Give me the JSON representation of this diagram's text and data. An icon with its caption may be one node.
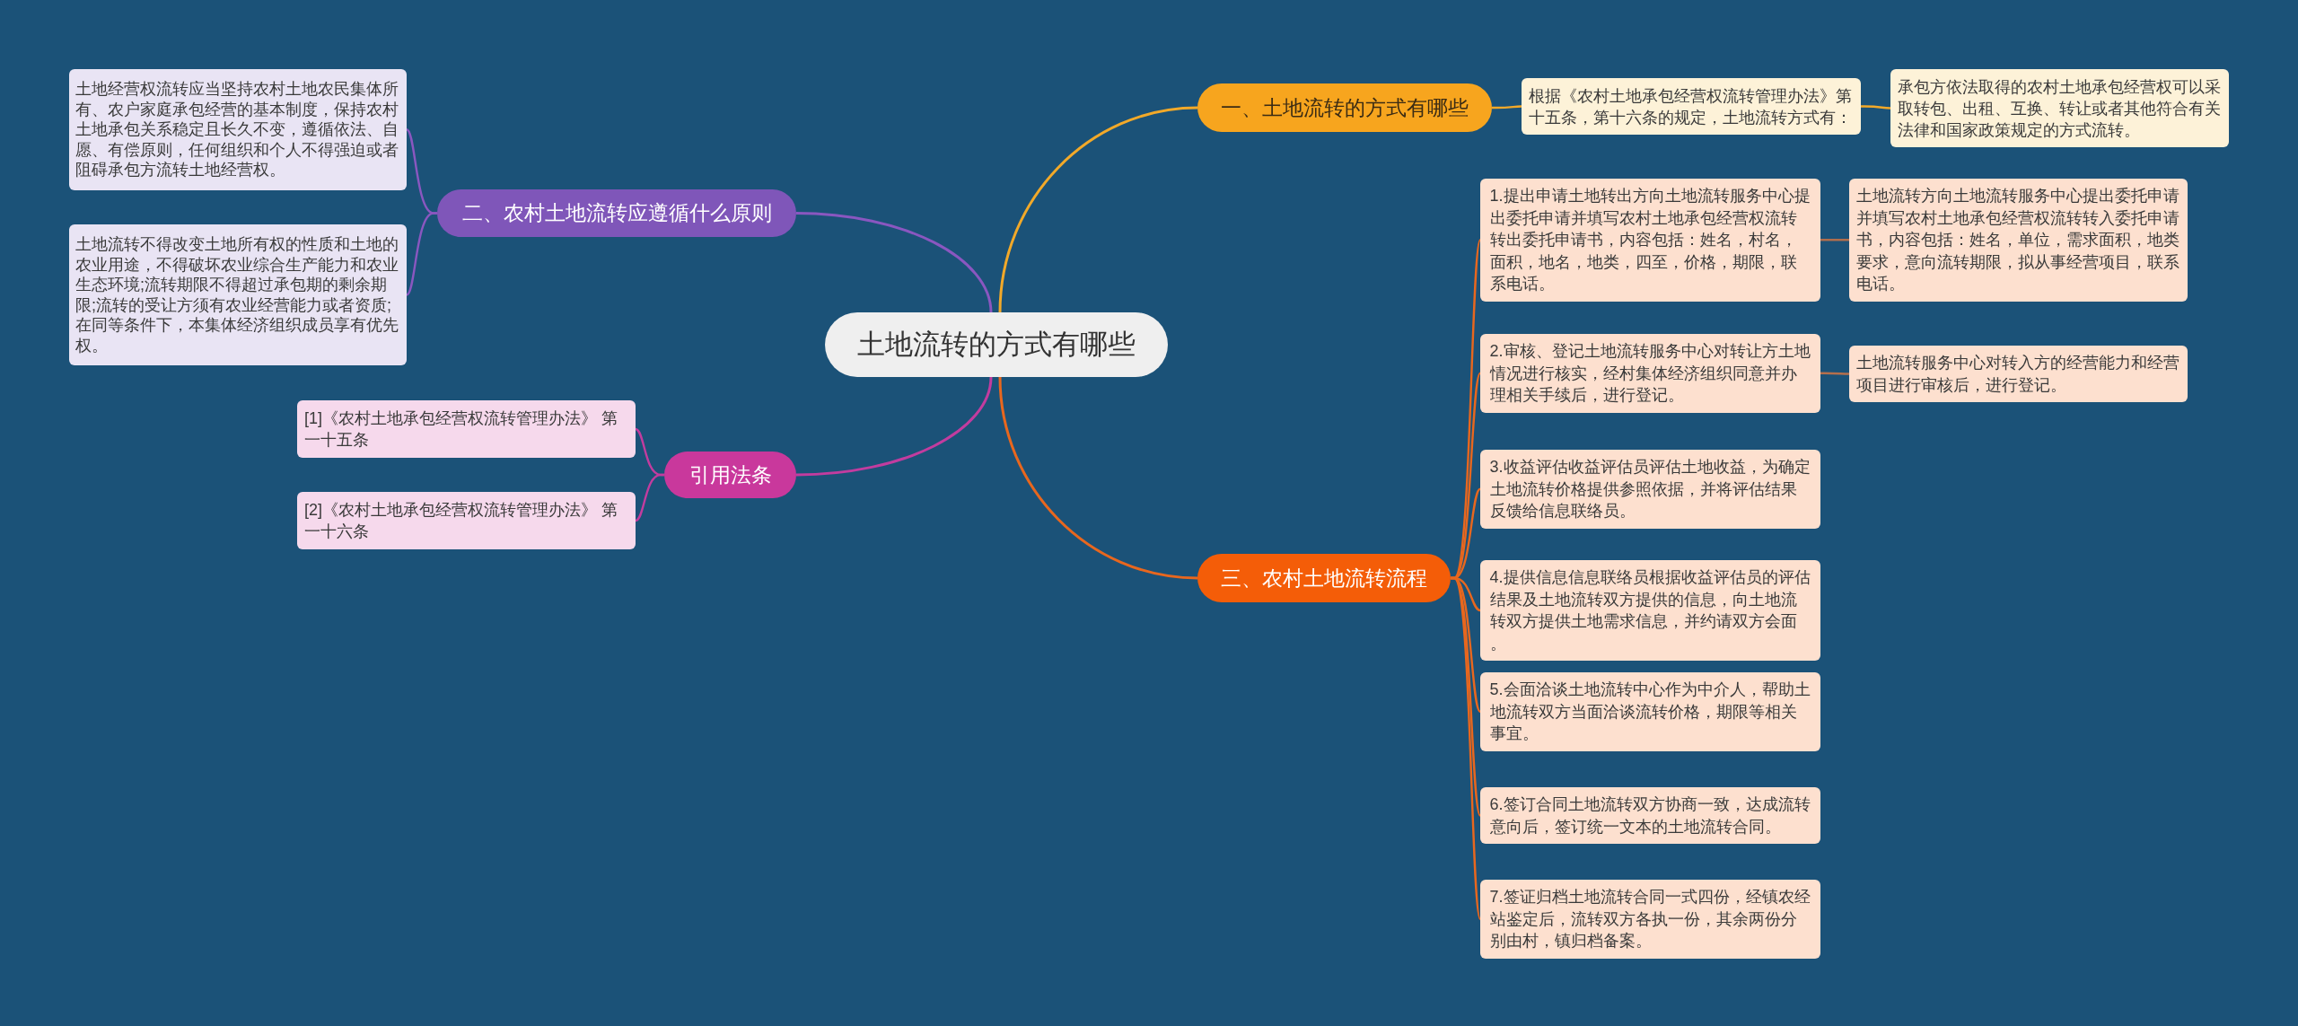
{
  "diagram": {
    "nodes": [
      {
        "text": [
          "土地流转的方式有哪些"
        ]
      },
      {
        "text": [
          "一、土地流转的方式有哪些"
        ]
      },
      {
        "text": [
          "根据《农村土地承包经营权流转管理办法》第十五条，第十六条的规定，土地流转方式有："
        ]
      },
      {
        "text": [
          "承包方依法取得的农村土地承包经营权可以采取转包、出租、互换、转让或者其他符合有关法律和国家政策规定的方式流转。"
        ]
      },
      {
        "text": [
          "二、农村土地流转应遵循什么原则"
        ]
      },
      {
        "text": [
          "土地经营权流转应当坚持农村土地农民集体所有、农户家庭承包经营的基本制度，保持农村土地承包关系稳定且长久不变，遵循依法、自愿、有偿原则，任何组织和个人不得强迫或者阻碍承包方流转土地经营权。"
        ]
      },
      {
        "text": [
          "土地流转不得改变土地所有权的性质和土地的农业用途，不得破坏农业综合生产能力和农业生态环境;流转期限不得超过承包期的剩余期限;流转的受让方须有农业经营能力或者资质;在同等条件下，本集体经济组织成员享有优先权。"
        ]
      },
      {
        "text": [
          "引用法条"
        ]
      },
      {
        "text": [
          "[1]《农村土地承包经营权流转管理办法》 第一十五条"
        ]
      },
      {
        "text": [
          "[2]《农村土地承包经营权流转管理办法》 第一十六条"
        ]
      },
      {
        "text": [
          "三、农村土地流转流程"
        ]
      },
      {
        "text": [
          "1.提出申请土地转出方向土地流转服务中心提出委托申请并填写农村土地承包经营权流转转出委托申请书，内容包括：姓名，村名，面积，地名，地类，四至，价格，期限，联系电话。"
        ]
      },
      {
        "text": [
          "2.审核、登记土地流转服务中心对转让方土地情况进行核实，经村集体经济组织同意并办理相关手续后，进行登记。"
        ]
      },
      {
        "text": [
          "3.收益评估收益评估员评估土地收益，为确定土地流转价格提供参照依据，并将评估结果反馈给信息联络员。"
        ]
      },
      {
        "text": [
          "4.提供信息信息联络员根据收益评估员的评估结果及土地流转双方提供的信息，向土地流转双方提供土地需求信息，并约请双方会面。"
        ]
      },
      {
        "text": [
          "5.会面洽谈土地流转中心作为中介人，帮助土地流转双方当面洽谈流转价格，期限等相关事宜。"
        ]
      },
      {
        "text": [
          "6.签订合同土地流转双方协商一致，达成流转意向后，签订统一文本的土地流转合同。"
        ]
      },
      {
        "text": [
          "7.签证归档土地流转合同一式四份，经镇农经站鉴定后，流转双方各执一份，其余两份分别由村，镇归档备案。"
        ]
      },
      {
        "text": [
          "土地流转方向土地流转服务中心提出委托申请并填写农村土地承包经营权流转转入委托申请书，内容包括：姓名，单位，需求面积，地类要求，意向流转期限，拟从事经营项目，联系电话。"
        ]
      },
      {
        "text": [
          "土地流转服务中心对转入方的经营能力和经营项目进行审核后，进行登记。"
        ]
      }
    ],
    "edges": [
      {
        "from": 0,
        "to": 1,
        "arrow": "none",
        "color": "#f2a929"
      },
      {
        "from": 1,
        "to": 2,
        "arrow": "none",
        "color": "#f2a929"
      },
      {
        "from": 2,
        "to": 3,
        "arrow": "none",
        "color": "#f2a929"
      },
      {
        "from": 0,
        "to": 4,
        "arrow": "none",
        "color": "#8a57c0"
      },
      {
        "from": 4,
        "to": 5,
        "arrow": "none",
        "color": "#8a57c0"
      },
      {
        "from": 4,
        "to": 6,
        "arrow": "none",
        "color": "#8a57c0"
      },
      {
        "from": 0,
        "to": 7,
        "arrow": "none",
        "color": "#c23c9f"
      },
      {
        "from": 7,
        "to": 8,
        "arrow": "none",
        "color": "#c23c9f"
      },
      {
        "from": 7,
        "to": 9,
        "arrow": "none",
        "color": "#c23c9f"
      },
      {
        "from": 0,
        "to": 10,
        "arrow": "none"
      },
      {
        "from": 10,
        "to": 11,
        "arrow": "none"
      },
      {
        "from": 10,
        "to": 12,
        "arrow": "none"
      },
      {
        "from": 10,
        "to": 13,
        "arrow": "none"
      },
      {
        "from": 10,
        "to": 14,
        "arrow": "none"
      },
      {
        "from": 10,
        "to": 15,
        "arrow": "none"
      },
      {
        "from": 10,
        "to": 16,
        "arrow": "none"
      },
      {
        "from": 10,
        "to": 17,
        "arrow": "none"
      },
      {
        "from": 11,
        "to": 18,
        "arrow": "none",
        "color": "#b56f4c"
      },
      {
        "from": 12,
        "to": 19,
        "arrow": "none",
        "color": "#b56f4c"
      }
    ]
  }
}
